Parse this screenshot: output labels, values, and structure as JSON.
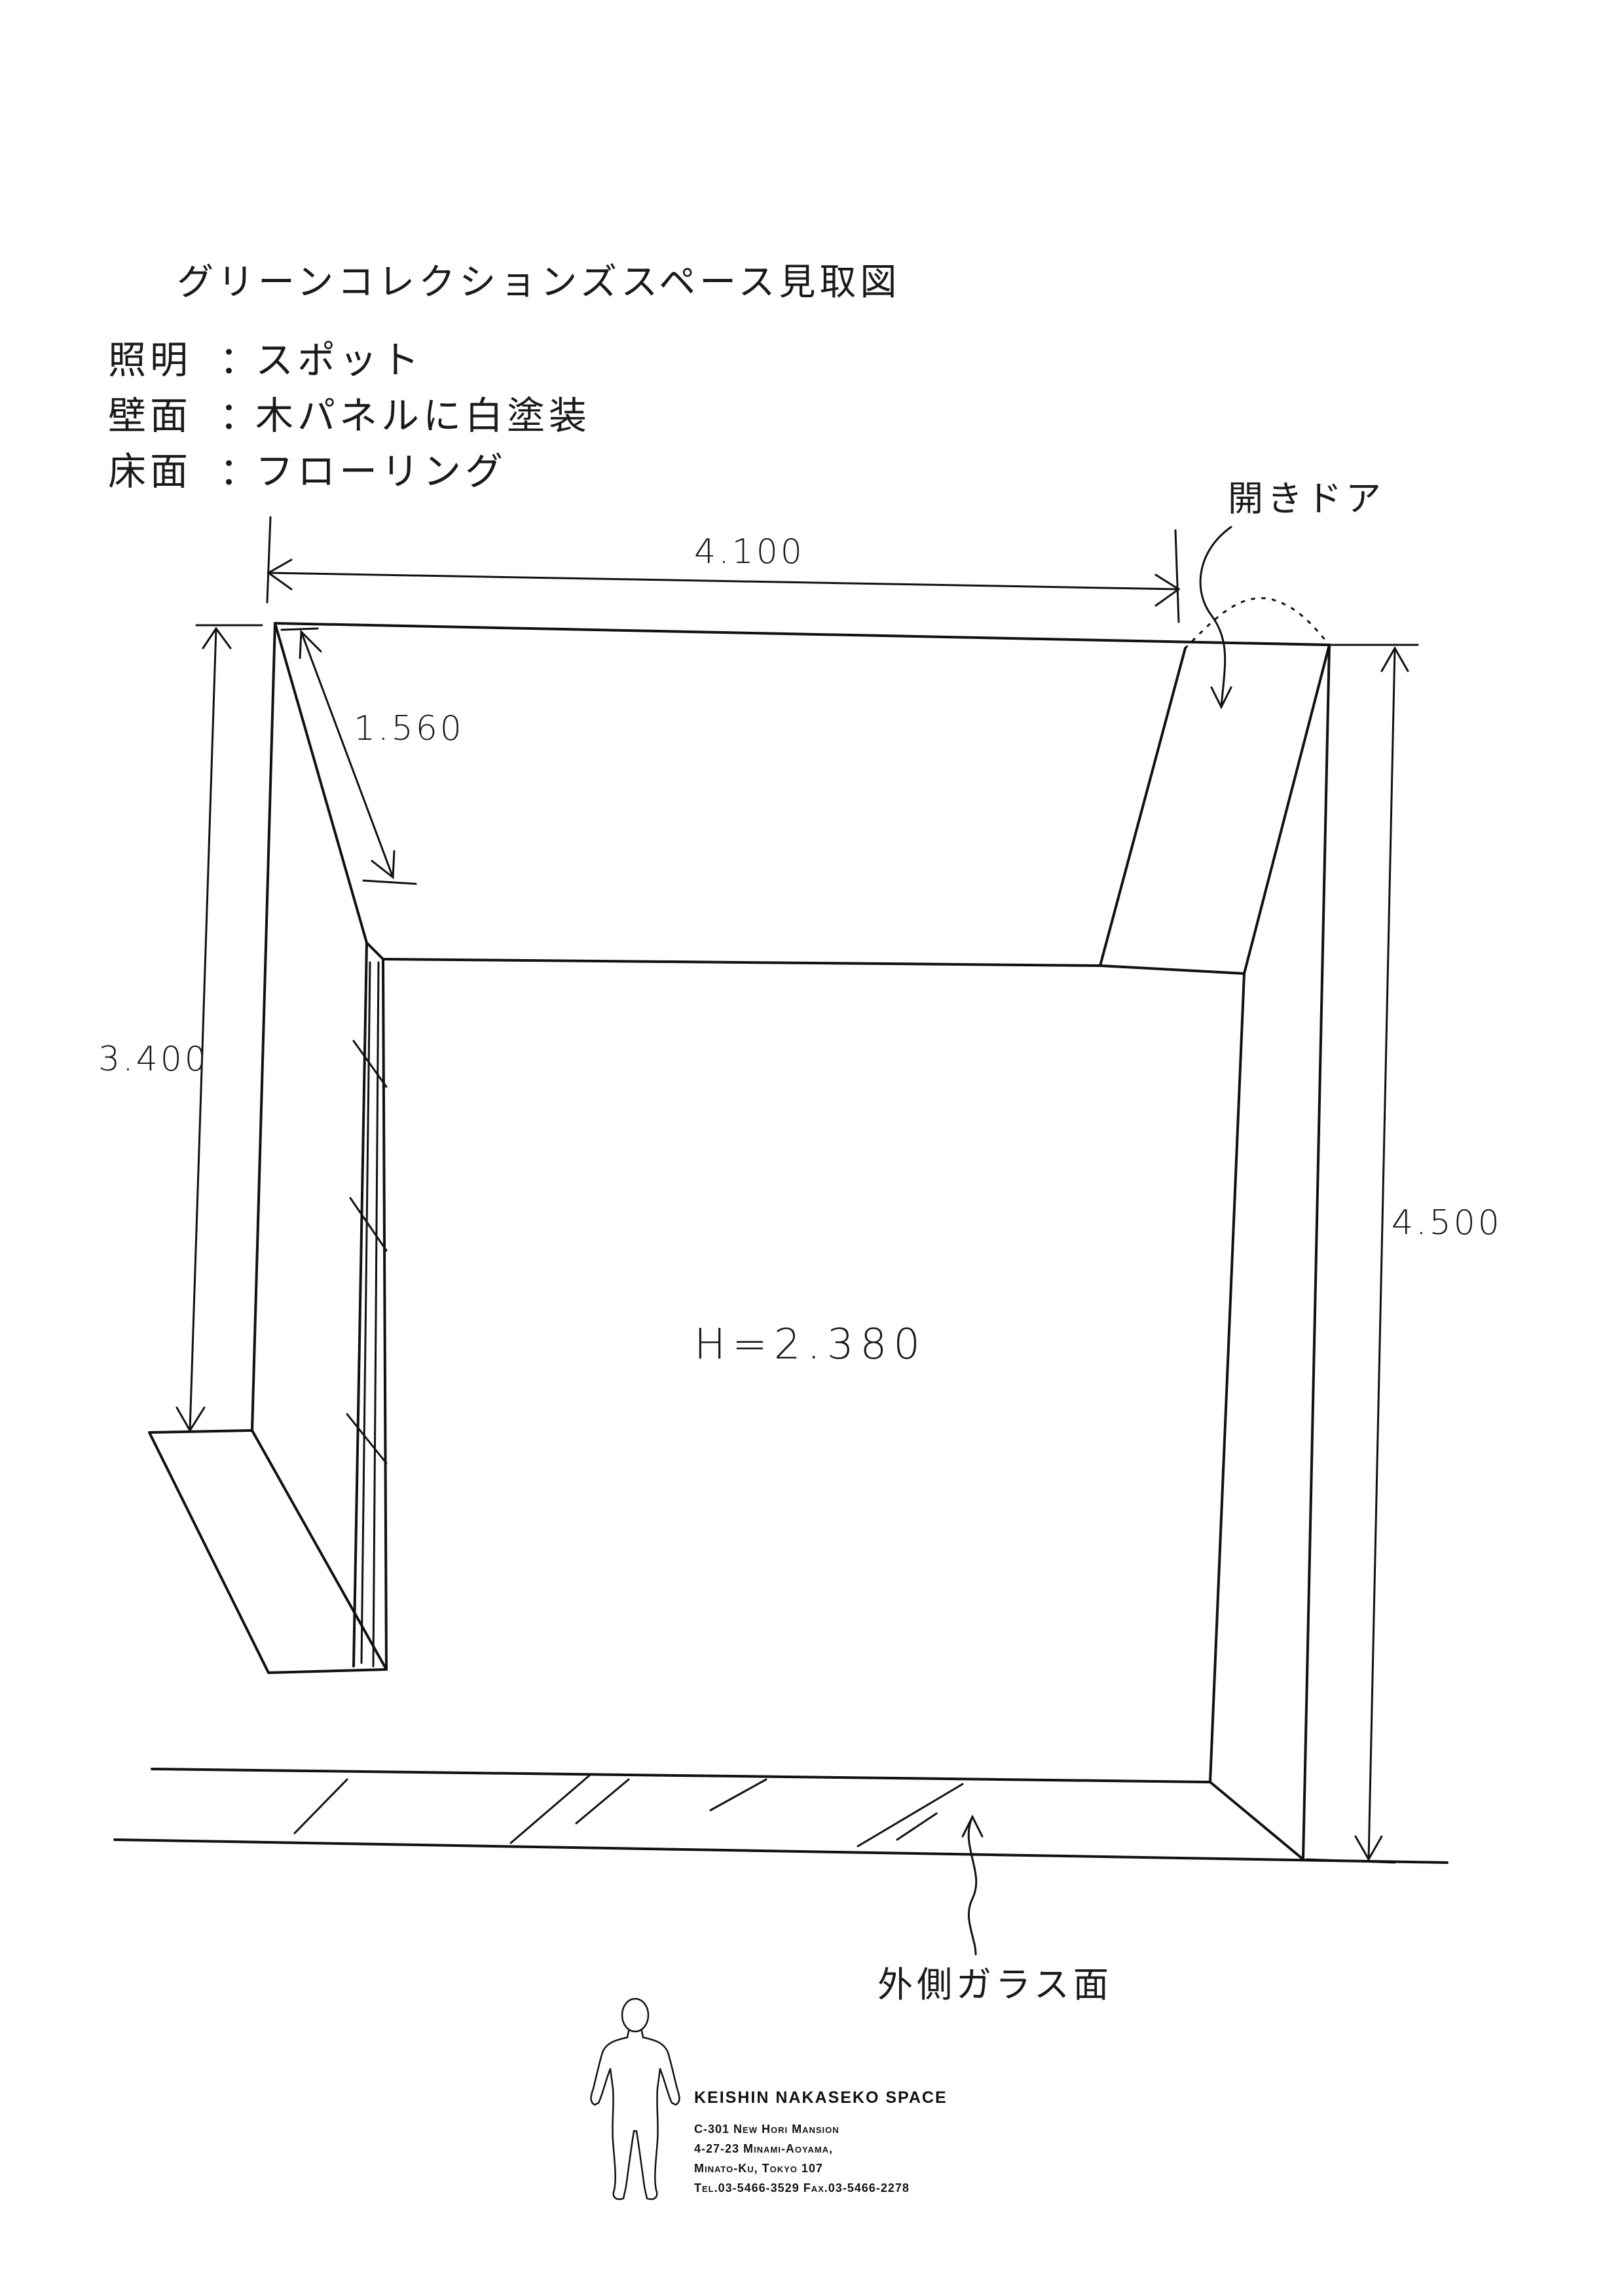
{
  "header": {
    "title": "グリーンコレクションズスペース見取図"
  },
  "specs": [
    {
      "label": "照明",
      "sep": "：",
      "value": "スポット"
    },
    {
      "label": "壁面",
      "sep": "：",
      "value": "木パネルに白塗装"
    },
    {
      "label": "床面",
      "sep": "：",
      "value": "フローリング"
    }
  ],
  "dimensions": {
    "width": "4.100",
    "left_depth": "3.400",
    "right_depth": "4.500",
    "door_width": "1.560",
    "height": "H=2.380"
  },
  "notes": {
    "door": "開きドア",
    "glass": "外側ガラス面"
  },
  "studio": {
    "name": "KEISHIN NAKASEKO SPACE",
    "address": [
      "C-301 New Hori Mansion",
      "4-27-23 Minami-Aoyama,",
      "Minato-Ku, Tokyo 107",
      "Tel.03-5466-3529 Fax.03-5466-2278"
    ]
  },
  "colors": {
    "ink": "#111111",
    "paper": "#ffffff"
  }
}
